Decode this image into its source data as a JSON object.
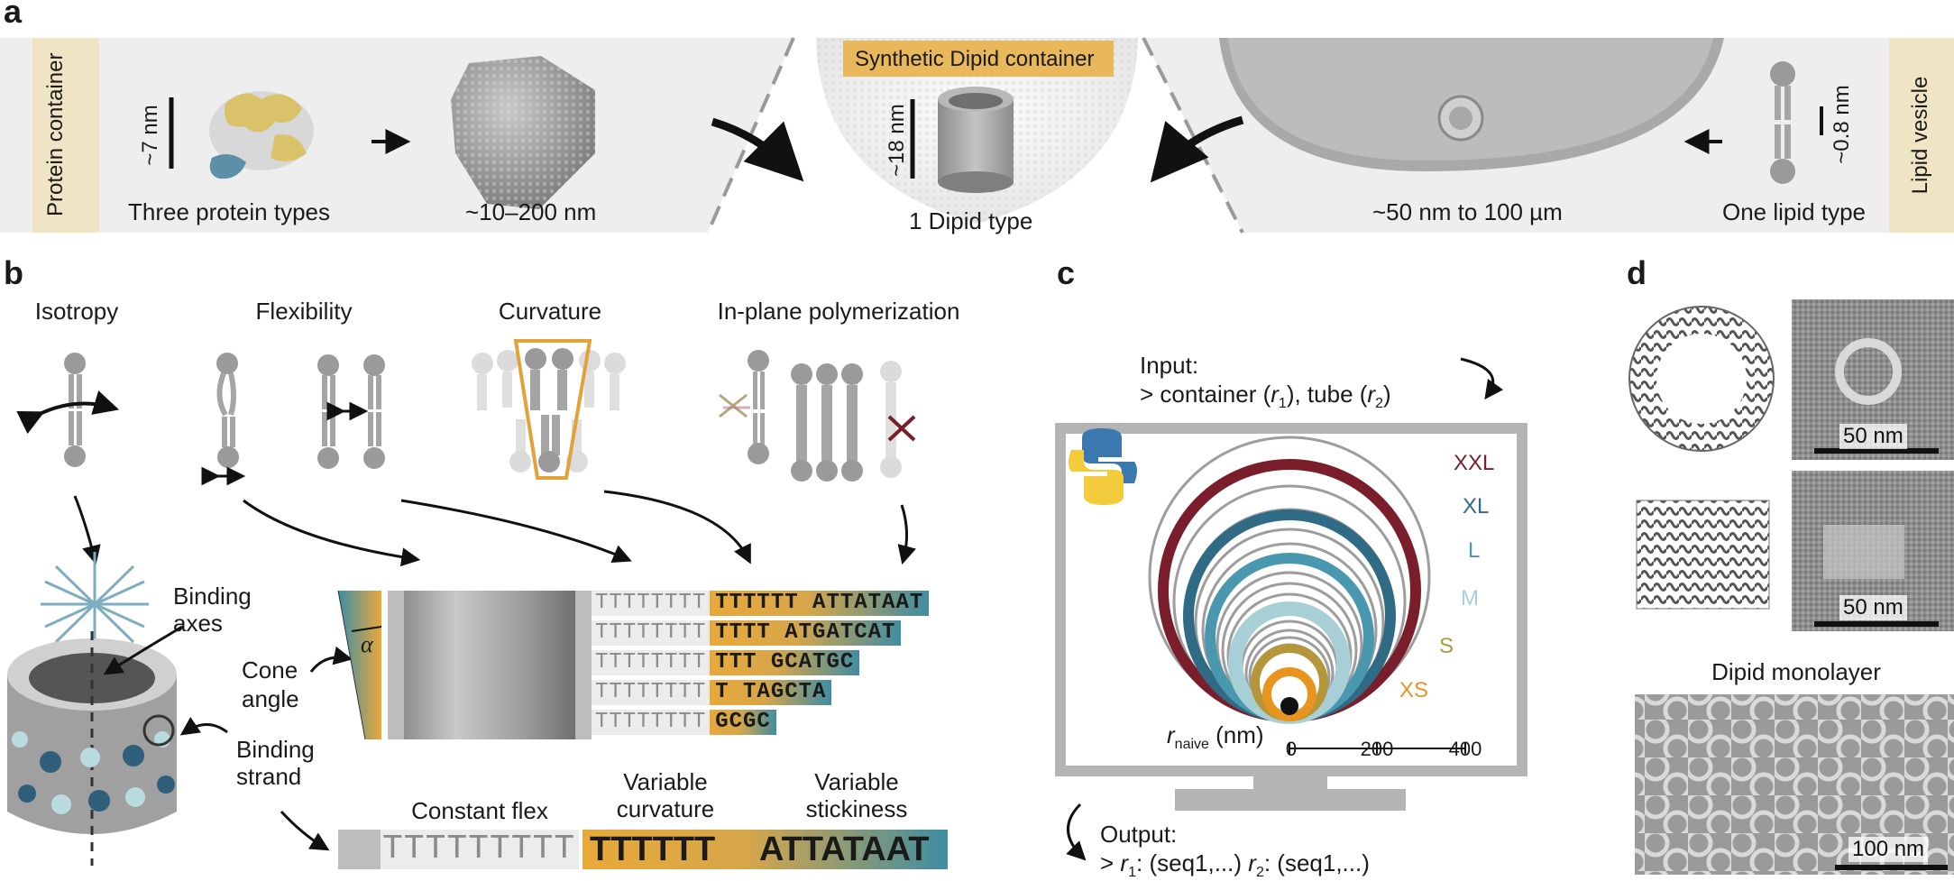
{
  "panels": {
    "a": "a",
    "b": "b",
    "c": "c",
    "d": "d"
  },
  "panel_a": {
    "protein_container_label": "Protein container",
    "protein_size": "~7 nm",
    "three_protein_types": "Three protein types",
    "capsid_size": "~10–200 nm",
    "synthetic_title": "Synthetic Dipid container",
    "dipid_size": "~18 nm",
    "one_dipid_type": "1 Dipid type",
    "vesicle_size": "~50 nm to 100 µm",
    "one_lipid_type": "One lipid type",
    "lipid_size": "~0.8 nm",
    "lipid_vesicle_label": "Lipid vesicle"
  },
  "panel_b": {
    "isotropy": "Isotropy",
    "flexibility": "Flexibility",
    "curvature": "Curvature",
    "polymerization": "In-plane polymerization",
    "binding_axes_1": "Binding",
    "binding_axes_2": "axes",
    "cone_angle_1": "Cone",
    "cone_angle_2": "angle",
    "alpha": "α",
    "binding_strand_1": "Binding",
    "binding_strand_2": "strand",
    "seq_rows": [
      {
        "t": "TTTTTTTT",
        "c": "TTTTTT ATTATAAT"
      },
      {
        "t": "TTTTTTTT",
        "c": "TTTT ATGATCAT"
      },
      {
        "t": "TTTTTTTT",
        "c": "TTT GCATGC"
      },
      {
        "t": "TTTTTTTT",
        "c": "T TAGCTA"
      },
      {
        "t": "TTTTTTTT",
        "c": "GCGC"
      }
    ],
    "constant_flex": "Constant flex",
    "variable_curvature_1": "Variable",
    "variable_curvature_2": "curvature",
    "variable_stickiness_1": "Variable",
    "variable_stickiness_2": "stickiness",
    "big_t": "TTTTTTTTT",
    "big_c1": "TTTTTT",
    "big_c2": "ATTATAAT"
  },
  "panel_c": {
    "input_line1": "Input:",
    "input_line2_a": "> container (",
    "input_line2_r1": "r",
    "input_line2_sub1": "1",
    "input_line2_b": "), tube (",
    "input_line2_r2": "r",
    "input_line2_sub2": "2",
    "input_line2_c": ")",
    "sizes": [
      {
        "label": "XXL",
        "color": "#7a1e2c"
      },
      {
        "label": "XL",
        "color": "#2f6b84"
      },
      {
        "label": "L",
        "color": "#4a98b0"
      },
      {
        "label": "M",
        "color": "#a9cfd6"
      },
      {
        "label": "S",
        "color": "#b5963a"
      },
      {
        "label": "XS",
        "color": "#e8951f"
      }
    ],
    "axis_r": "r",
    "axis_sub": "naive",
    "axis_unit": " (nm)",
    "ticks": [
      "0",
      "200",
      "400"
    ],
    "output_line1": "Output:",
    "output_line2_a": "> ",
    "output_line2_r1": "r",
    "output_line2_sub1": "1",
    "output_line2_b": ": (seq1,...) ",
    "output_line2_r2": "r",
    "output_line2_sub2": "2",
    "output_line2_c": ": (seq1,...)"
  },
  "panel_d": {
    "scale1": "50 nm",
    "scale2": "50 nm",
    "monolayer": "Dipid monolayer",
    "scale3": "100 nm"
  }
}
